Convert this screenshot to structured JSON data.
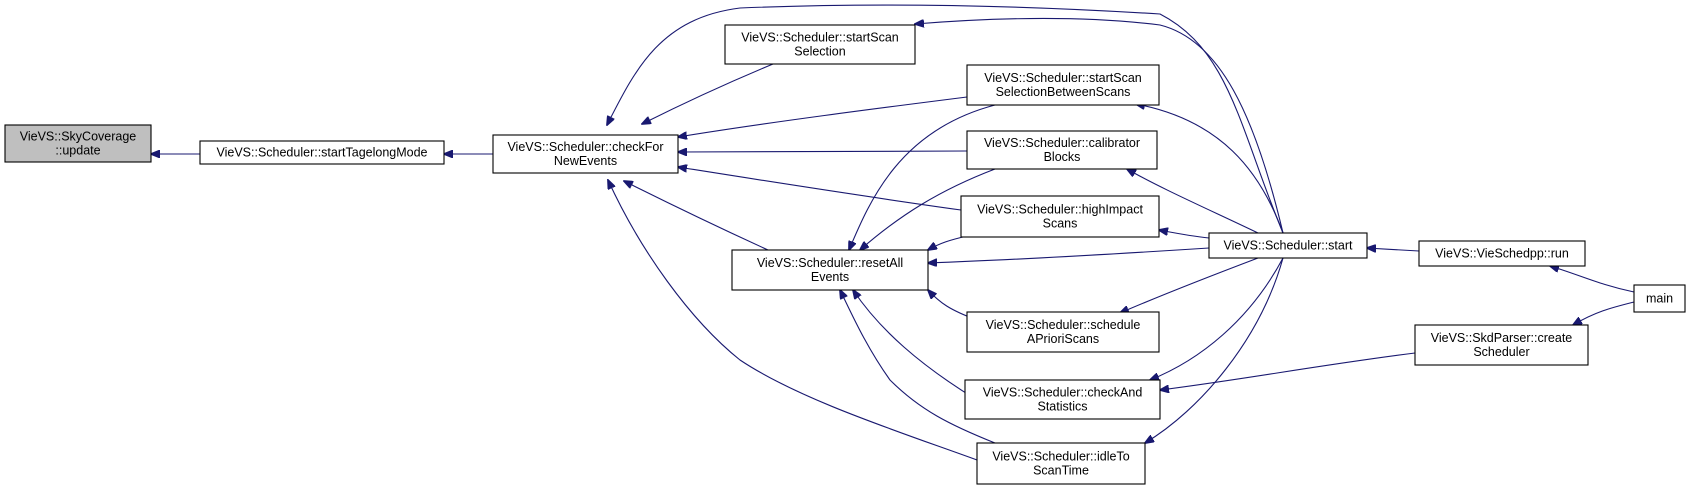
{
  "graph": {
    "nodes": {
      "update": {
        "lines": [
          "VieVS::SkyCoverage",
          "::update"
        ],
        "highlighted": true
      },
      "startTagelong": {
        "lines": [
          "VieVS::Scheduler::startTagelongMode"
        ]
      },
      "checkForNewEvents": {
        "lines": [
          "VieVS::Scheduler::checkFor",
          "NewEvents"
        ]
      },
      "startScanSelection": {
        "lines": [
          "VieVS::Scheduler::startScan",
          "Selection"
        ]
      },
      "startScanSelectionBetween": {
        "lines": [
          "VieVS::Scheduler::startScan",
          "SelectionBetweenScans"
        ]
      },
      "calibratorBlocks": {
        "lines": [
          "VieVS::Scheduler::calibrator",
          "Blocks"
        ]
      },
      "highImpactScans": {
        "lines": [
          "VieVS::Scheduler::highImpact",
          "Scans"
        ]
      },
      "resetAllEvents": {
        "lines": [
          "VieVS::Scheduler::resetAll",
          "Events"
        ]
      },
      "scheduleAPriori": {
        "lines": [
          "VieVS::Scheduler::schedule",
          "APrioriScans"
        ]
      },
      "checkAndStatistics": {
        "lines": [
          "VieVS::Scheduler::checkAnd",
          "Statistics"
        ]
      },
      "idleToScanTime": {
        "lines": [
          "VieVS::Scheduler::idleTo",
          "ScanTime"
        ]
      },
      "start": {
        "lines": [
          "VieVS::Scheduler::start"
        ]
      },
      "vieSchedppRun": {
        "lines": [
          "VieVS::VieSchedpp::run"
        ]
      },
      "skdParserCreate": {
        "lines": [
          "VieVS::SkdParser::create",
          "Scheduler"
        ]
      },
      "main": {
        "lines": [
          "main"
        ]
      }
    },
    "edges": [
      {
        "from": "startTagelong",
        "to": "update"
      },
      {
        "from": "checkForNewEvents",
        "to": "startTagelong"
      },
      {
        "from": "startScanSelection",
        "to": "checkForNewEvents"
      },
      {
        "from": "startScanSelectionBetween",
        "to": "checkForNewEvents"
      },
      {
        "from": "calibratorBlocks",
        "to": "checkForNewEvents"
      },
      {
        "from": "highImpactScans",
        "to": "checkForNewEvents"
      },
      {
        "from": "resetAllEvents",
        "to": "checkForNewEvents"
      },
      {
        "from": "idleToScanTime",
        "to": "checkForNewEvents"
      },
      {
        "from": "start",
        "to": "checkForNewEvents"
      },
      {
        "from": "start",
        "to": "startScanSelection"
      },
      {
        "from": "start",
        "to": "startScanSelectionBetween"
      },
      {
        "from": "start",
        "to": "calibratorBlocks"
      },
      {
        "from": "start",
        "to": "highImpactScans"
      },
      {
        "from": "start",
        "to": "resetAllEvents"
      },
      {
        "from": "start",
        "to": "scheduleAPriori"
      },
      {
        "from": "start",
        "to": "checkAndStatistics"
      },
      {
        "from": "start",
        "to": "idleToScanTime"
      },
      {
        "from": "startScanSelectionBetween",
        "to": "resetAllEvents"
      },
      {
        "from": "calibratorBlocks",
        "to": "resetAllEvents"
      },
      {
        "from": "highImpactScans",
        "to": "resetAllEvents"
      },
      {
        "from": "scheduleAPriori",
        "to": "resetAllEvents"
      },
      {
        "from": "checkAndStatistics",
        "to": "resetAllEvents"
      },
      {
        "from": "idleToScanTime",
        "to": "resetAllEvents"
      },
      {
        "from": "vieSchedppRun",
        "to": "start"
      },
      {
        "from": "skdParserCreate",
        "to": "checkAndStatistics"
      },
      {
        "from": "main",
        "to": "vieSchedppRun"
      },
      {
        "from": "main",
        "to": "skdParserCreate"
      }
    ],
    "colors": {
      "edge": "#191970",
      "node_fill": "#ffffff",
      "highlight_fill": "#bfbfbf",
      "border": "#000000"
    }
  }
}
